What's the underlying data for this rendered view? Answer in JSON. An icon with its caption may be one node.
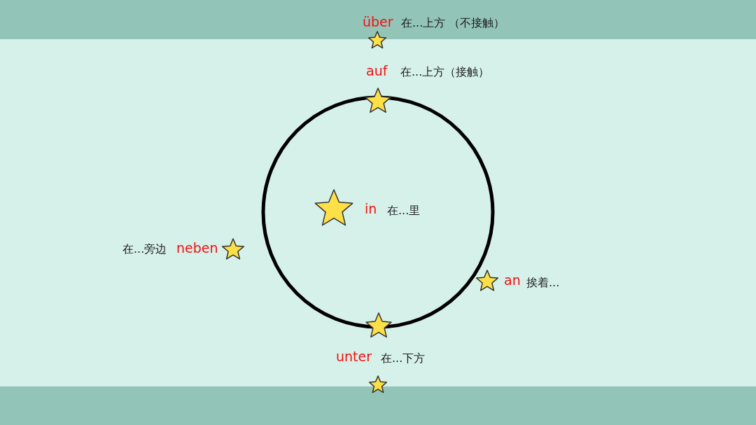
{
  "diagram": {
    "nodes": [
      {
        "text": [],
        "shape": "bar"
      },
      {
        "text": [
          "in",
          "在...里"
        ]
      },
      {
        "text": [],
        "shape": "bar"
      }
    ],
    "labels": [
      "über",
      "在...上方 （不接触）",
      "auf",
      "在...上方（接触）",
      "在...旁边",
      "neben",
      "an",
      "挨着...",
      "unter",
      "在...下方"
    ]
  }
}
